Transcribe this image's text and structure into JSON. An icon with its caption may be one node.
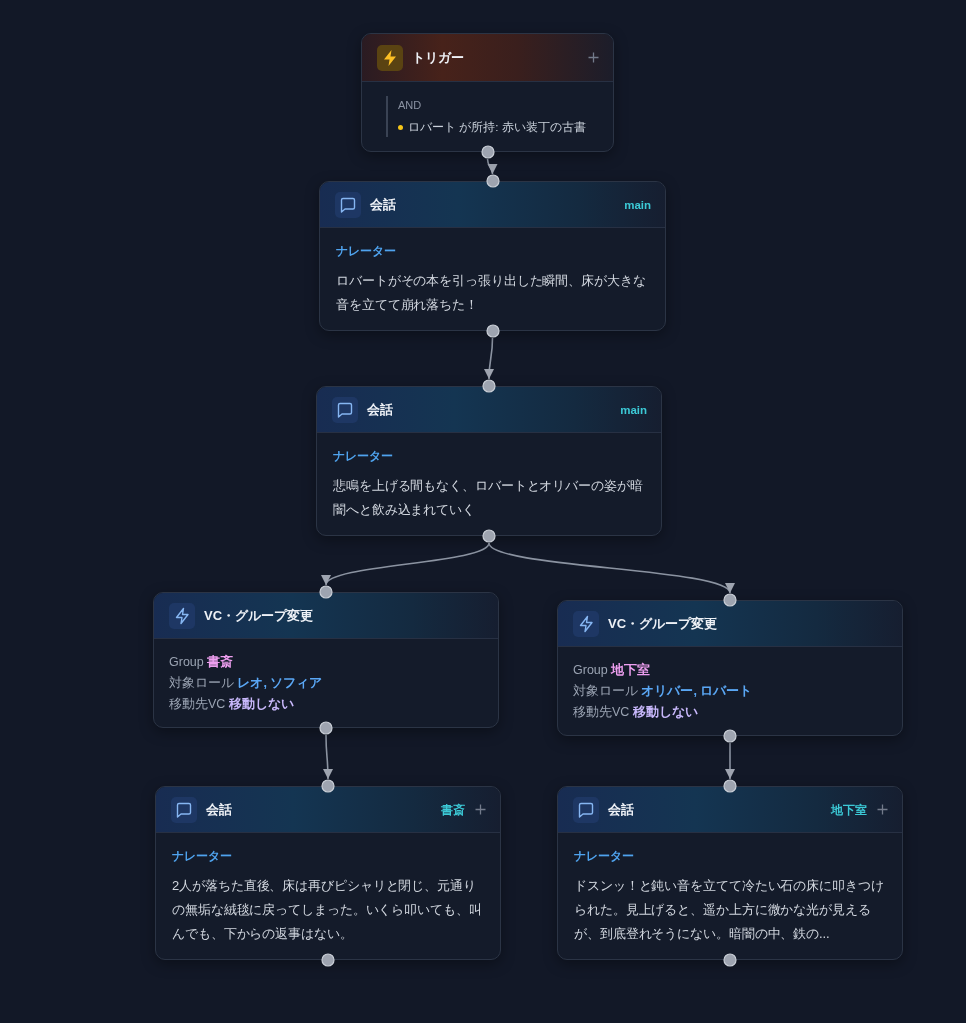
{
  "diagram": {
    "nodes": [
      {
        "text": [
          "トリガー",
          "AND",
          "ロバート が所持: 赤い装丁の古書"
        ]
      },
      {
        "text": [
          "会話",
          "main",
          "ナレーター",
          "ロバートがその本を引っ張り出した瞬間、床が大きな音を立てて崩れ落ちた！"
        ]
      },
      {
        "text": [
          "会話",
          "main",
          "ナレーター",
          "悲鳴を上げる間もなく、ロバートとオリバーの姿が暗闇へと飲み込まれていく"
        ]
      },
      {
        "text": [
          "VC・グループ変更",
          "Group **書斎**",
          "対象ロール **レオ, ソフィア**",
          "移動先VC **移動しない**"
        ]
      },
      {
        "text": [
          "VC・グループ変更",
          "Group **地下室**",
          "対象ロール **オリバー, ロバート**",
          "移動先VC **移動しない**"
        ]
      },
      {
        "text": [
          "会話",
          "書斎",
          "ナレーター",
          "2人が落ちた直後、床は再びピシャリと閉じ、元通りの無垢な絨毯に戻ってしまった。いくら叩いても、叫んでも、下からの返事はない。"
        ]
      },
      {
        "text": [
          "会話",
          "地下室",
          "ナレーター",
          "ドスンッ！と鈍い音を立てて冷たい石の床に叩きつけられた。見上げると、遥か上方に微かな光が見えるが、到底登れそうにない。暗闇の中、鉄の..."
        ]
      }
    ],
    "edges": [
      {
        "from": 0,
        "to": 1,
        "arrow": "to"
      },
      {
        "from": 1,
        "to": 2,
        "arrow": "to"
      },
      {
        "from": 2,
        "to": 3,
        "arrow": "to"
      },
      {
        "from": 2,
        "to": 4,
        "arrow": "to"
      },
      {
        "from": 3,
        "to": 5,
        "arrow": "to"
      },
      {
        "from": 4,
        "to": 6,
        "arrow": "to"
      }
    ]
  }
}
